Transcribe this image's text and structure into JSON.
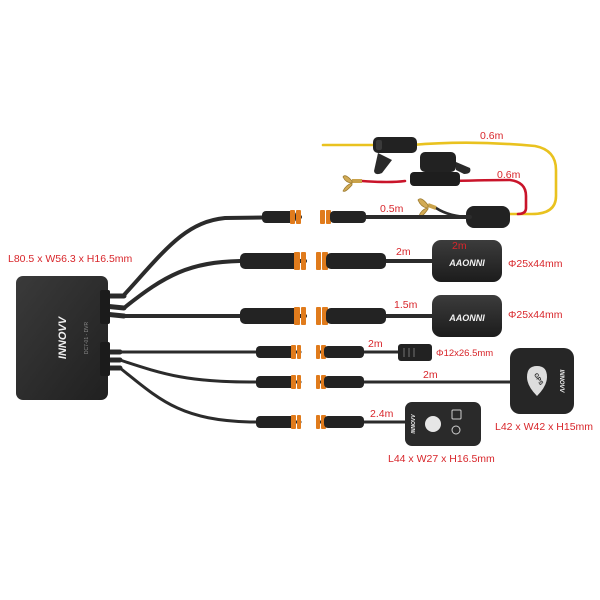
{
  "hub": {
    "dimensions": "L80.5 x W56.3 x H16.5mm",
    "brand": "INNOVV",
    "model": "DC7-01 - DVR"
  },
  "power": {
    "yellow_length": "0.6m",
    "red_length": "0.6m",
    "black_length": "0.5m"
  },
  "front_camera": {
    "cable_length": "2m",
    "overlay_length": "2m",
    "brand": "AAONNI",
    "dimensions": "Φ25x44mm"
  },
  "rear_camera": {
    "cable_length": "1.5m",
    "brand": "AAONNI",
    "dimensions": "Φ25x44mm"
  },
  "microphone": {
    "cable_length": "2m",
    "dimensions": "Φ12x26.5mm"
  },
  "gps": {
    "cable_length": "2m",
    "label": "GPS",
    "brand": "INNOVV",
    "dimensions": "L42 x W42 x H15mm"
  },
  "remote": {
    "cable_length": "2.4m",
    "brand": "INNOVV",
    "dimensions": "L44 x W27 x H16.5mm"
  },
  "colors": {
    "accent": "#d8262b",
    "yellow_wire": "#e9c21f",
    "red_wire": "#c9142a",
    "connector_ring": "#e07b1c",
    "device_body": "#2a2a2a"
  }
}
